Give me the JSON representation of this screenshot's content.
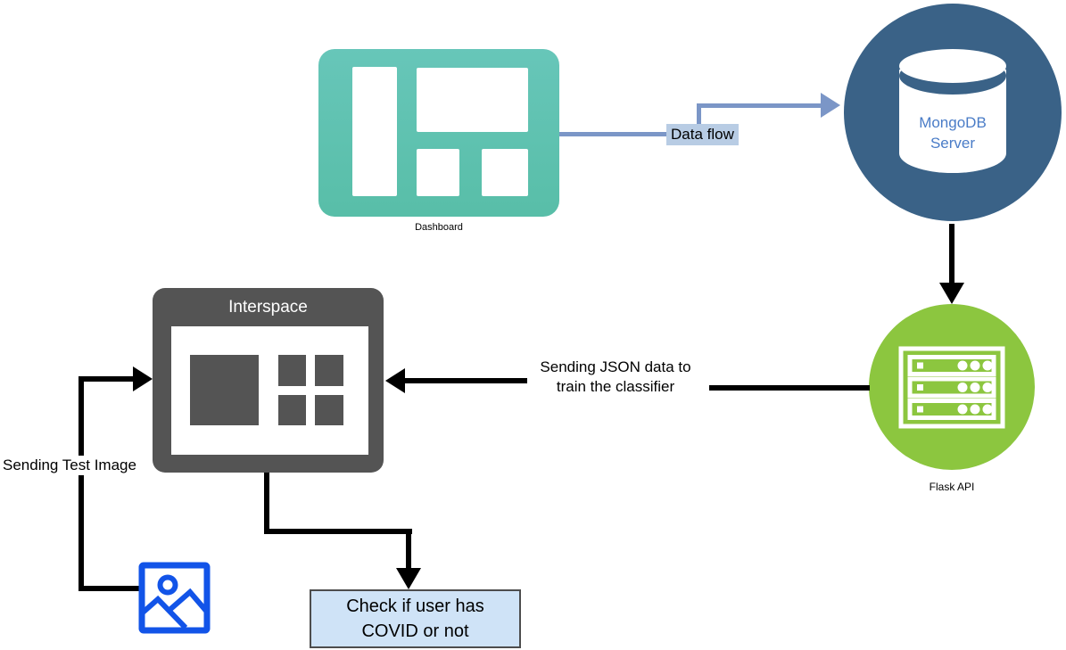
{
  "nodes": {
    "dashboard": {
      "label": "Dashboard"
    },
    "mongodb": {
      "line1": "MongoDB",
      "line2": "Server"
    },
    "flask": {
      "label": "Flask API"
    },
    "interspace": {
      "title": "Interspace"
    },
    "covid_result": {
      "line1": "Check if user has",
      "line2": "COVID or not"
    }
  },
  "edges": {
    "data_flow": {
      "label": "Data flow"
    },
    "json_train": {
      "line1": "Sending JSON data to",
      "line2": "train the classifier"
    },
    "test_image": {
      "label": "Sending Test Image"
    }
  },
  "icons": {
    "dashboard": "dashboard-grid-icon",
    "mongodb": "database-cylinder-icon",
    "flask": "server-rack-icon",
    "interspace": "app-window-icon",
    "test_image": "image-icon"
  },
  "colors": {
    "dashboard_teal": "#5FC2B1",
    "mongodb_blue": "#3A6287",
    "mongodb_text_blue": "#4A7CC7",
    "flask_green": "#8CC63F",
    "interspace_gray": "#545454",
    "connector_steel_blue": "#7B96C7",
    "dataflow_label_bg": "#B8CCE4",
    "covid_box_fill": "#CFE3F7",
    "image_icon_blue": "#1254E8",
    "arrow_black": "#000000"
  }
}
